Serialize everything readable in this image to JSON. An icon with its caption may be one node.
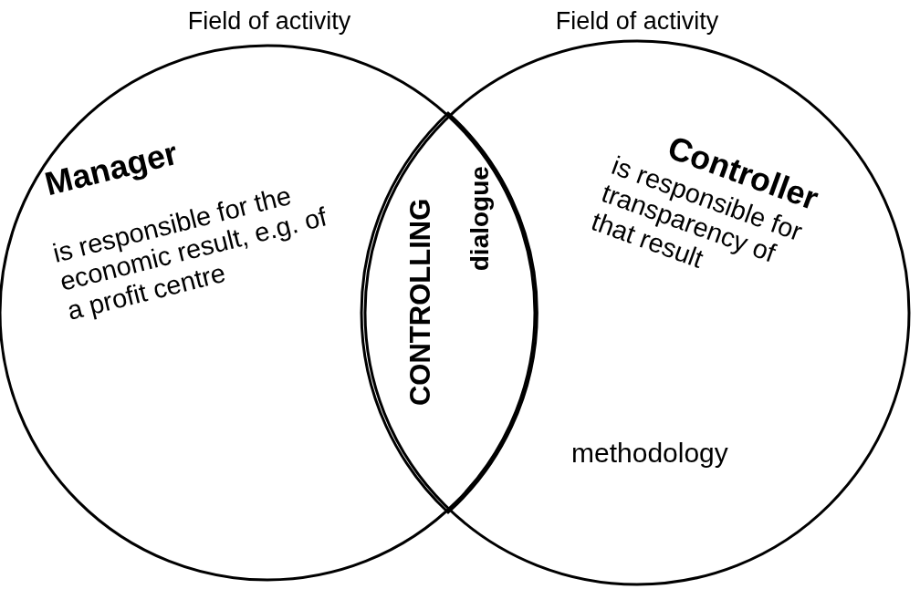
{
  "diagram": {
    "nodes": [
      {
        "text": [
          "Field of activity",
          "Manager",
          "is responsible for the economic result, e.g. of a profit centre"
        ]
      },
      {
        "text": [
          "Field of activity",
          "Controller",
          "is responsible for transparency of that result",
          "methodology"
        ]
      },
      {
        "text": [
          "CONTROLLING",
          "dialogue"
        ]
      }
    ]
  }
}
